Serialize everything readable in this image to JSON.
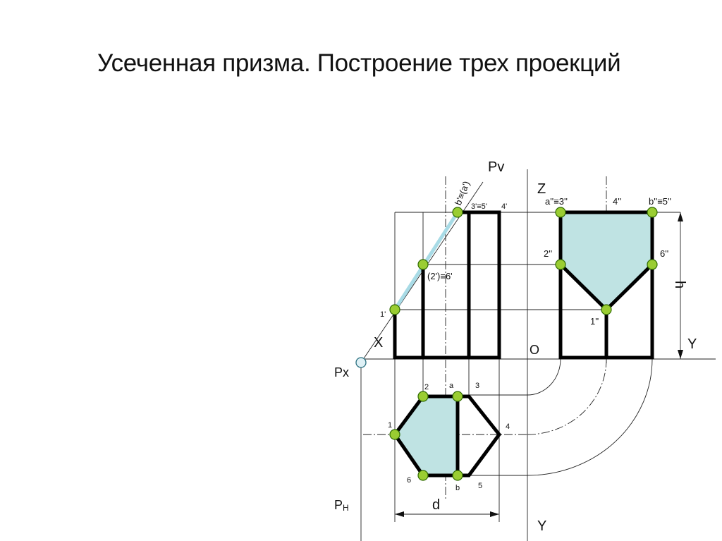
{
  "title": "Усеченная призма. Построение трех проекций",
  "labels": {
    "pv": "Pv",
    "px": "Px",
    "ph_main": "P",
    "ph_sub": "H",
    "x_axis": "X",
    "z_axis": "Z",
    "origin": "O",
    "y_right": "Y",
    "y_bottom": "Y",
    "d": "d",
    "h": "h",
    "front_top_left": "b'≡(a')",
    "front_top_mid": "3'≡5'",
    "front_top_right": "4'",
    "front_mid": "(2')≡6'",
    "front_low": "1'",
    "side_a3": "a''≡3''",
    "side_4": "4''",
    "side_b5": "b''≡5''",
    "side_2": "2''",
    "side_6": "6''",
    "side_1": "1''",
    "top_1": "1",
    "top_2": "2",
    "top_a": "a",
    "top_3": "3",
    "top_4": "4",
    "top_5": "5",
    "top_b": "b",
    "top_6": "6"
  },
  "colors": {
    "cut_fill": "#bfe3e3",
    "point_fill": "#9acd32",
    "cut_trace": "#a8dbe6",
    "outline": "#000000"
  }
}
